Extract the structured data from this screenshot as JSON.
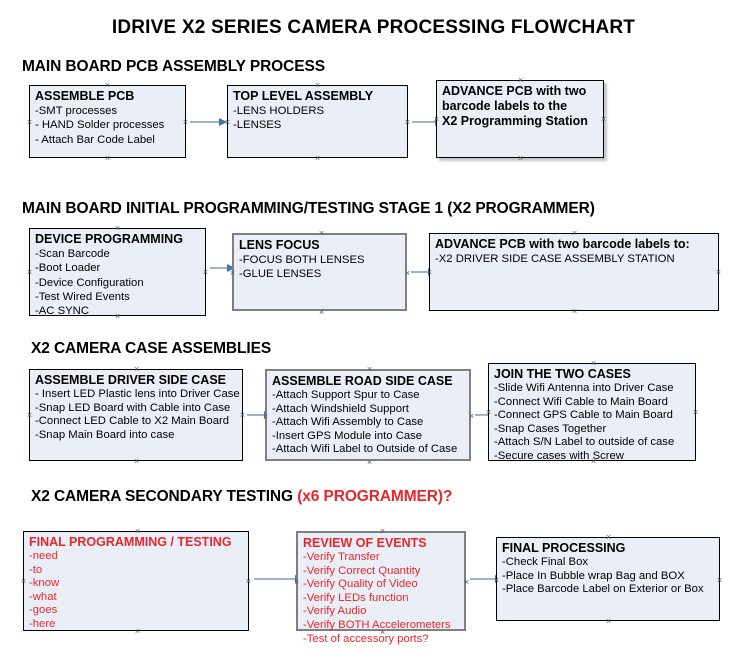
{
  "document": {
    "title": "IDRIVE X2  SERIES CAMERA PROCESSING FLOWCHART"
  },
  "sections": [
    {
      "id": "pcb-assembly",
      "heading": "MAIN BOARD PCB ASSEMBLY PROCESS",
      "heading_red": "",
      "nodes": [
        {
          "id": "assemble-pcb",
          "title": "ASSEMBLE PCB",
          "lines": [
            "-SMT processes",
            "- HAND Solder processes",
            "- Attach Bar Code Label"
          ]
        },
        {
          "id": "top-level-assembly",
          "title": "TOP LEVEL ASSEMBLY",
          "lines": [
            "-LENS HOLDERS",
            "-LENSES"
          ]
        },
        {
          "id": "advance-pcb-programming-station",
          "title": "ADVANCE PCB with two",
          "lines": [
            "barcode labels to the",
            " X2 Programming Station"
          ]
        }
      ]
    },
    {
      "id": "initial-programming",
      "heading": "MAIN BOARD INITIAL PROGRAMMING/TESTING STAGE 1 (X2 PROGRAMMER)",
      "heading_red": "",
      "nodes": [
        {
          "id": "device-programming",
          "title": "DEVICE PROGRAMMING",
          "lines": [
            "-Scan Barcode",
            "-Boot Loader",
            "-Device Configuration",
            "-Test Wired Events",
            "-AC SYNC"
          ]
        },
        {
          "id": "lens-focus",
          "title": "LENS FOCUS",
          "lines": [
            "-FOCUS BOTH LENSES",
            "-GLUE LENSES"
          ]
        },
        {
          "id": "advance-pcb-driver-side",
          "title": "ADVANCE PCB with two barcode labels to:",
          "lines": [
            "-X2 DRIVER  SIDE  CASE  ASSEMBLY STATION"
          ]
        }
      ]
    },
    {
      "id": "case-assemblies",
      "heading": "X2 CAMERA CASE ASSEMBLIES",
      "heading_red": "",
      "nodes": [
        {
          "id": "assemble-driver-side-case",
          "title": "ASSEMBLE DRIVER SIDE CASE",
          "lines": [
            "- Insert LED Plastic lens into Driver Case",
            "-Snap LED Board with Cable into Case",
            "-Connect LED Cable to X2 Main Board",
            "-Snap Main Board into case"
          ]
        },
        {
          "id": "assemble-road-side-case",
          "title": "ASSEMBLE ROAD SIDE CASE",
          "lines": [
            "-Attach Support Spur to Case",
            "-Attach Windshield Support",
            "-Attach Wifi Assembly to Case",
            "-Insert GPS Module into Case",
            "-Attach Wifi Label to Outside of Case"
          ]
        },
        {
          "id": "join-the-two-cases",
          "title": "JOIN THE TWO CASES",
          "lines": [
            "-Slide Wifi Antenna into Driver Case",
            "-Connect Wifi Cable to Main Board",
            "-Connect GPS Cable to Main Board",
            "-Snap Cases Together",
            "-Attach S/N Label to outside of case",
            "-Secure cases with Screw"
          ]
        }
      ]
    },
    {
      "id": "secondary-testing",
      "heading": "X2 CAMERA SECONDARY TESTING ",
      "heading_red": "(x6 PROGRAMMER)?",
      "nodes": [
        {
          "id": "final-programming-testing",
          "title": "FINAL PROGRAMMING / TESTING",
          "lines": [
            "-need",
            "-to",
            "-know",
            "-what",
            "-goes",
            "-here"
          ]
        },
        {
          "id": "review-of-events",
          "title": "REVIEW OF EVENTS",
          "lines": [
            "-Verify Transfer",
            "-Verify Correct Quantity",
            "-Verify Quality of Video",
            "-Verify LEDs function",
            "-Verify Audio",
            "-Verify BOTH Accelerometers",
            "-Test of accessory ports?"
          ]
        },
        {
          "id": "final-processing",
          "title": "FINAL PROCESSING",
          "lines": [
            " -Check Final Box",
            "-Place In Bubble wrap Bag and BOX",
            "-Place Barcode Label on Exterior or Box"
          ]
        }
      ]
    }
  ],
  "colors": {
    "box_fill": "#eaeef7",
    "box_border": "#000000",
    "box_border_gray": "#7f7f7f",
    "arrow_line": "#9fb4cc",
    "arrow_head": "#4472a8",
    "text": "#000000",
    "red_text": "#e8272c"
  }
}
